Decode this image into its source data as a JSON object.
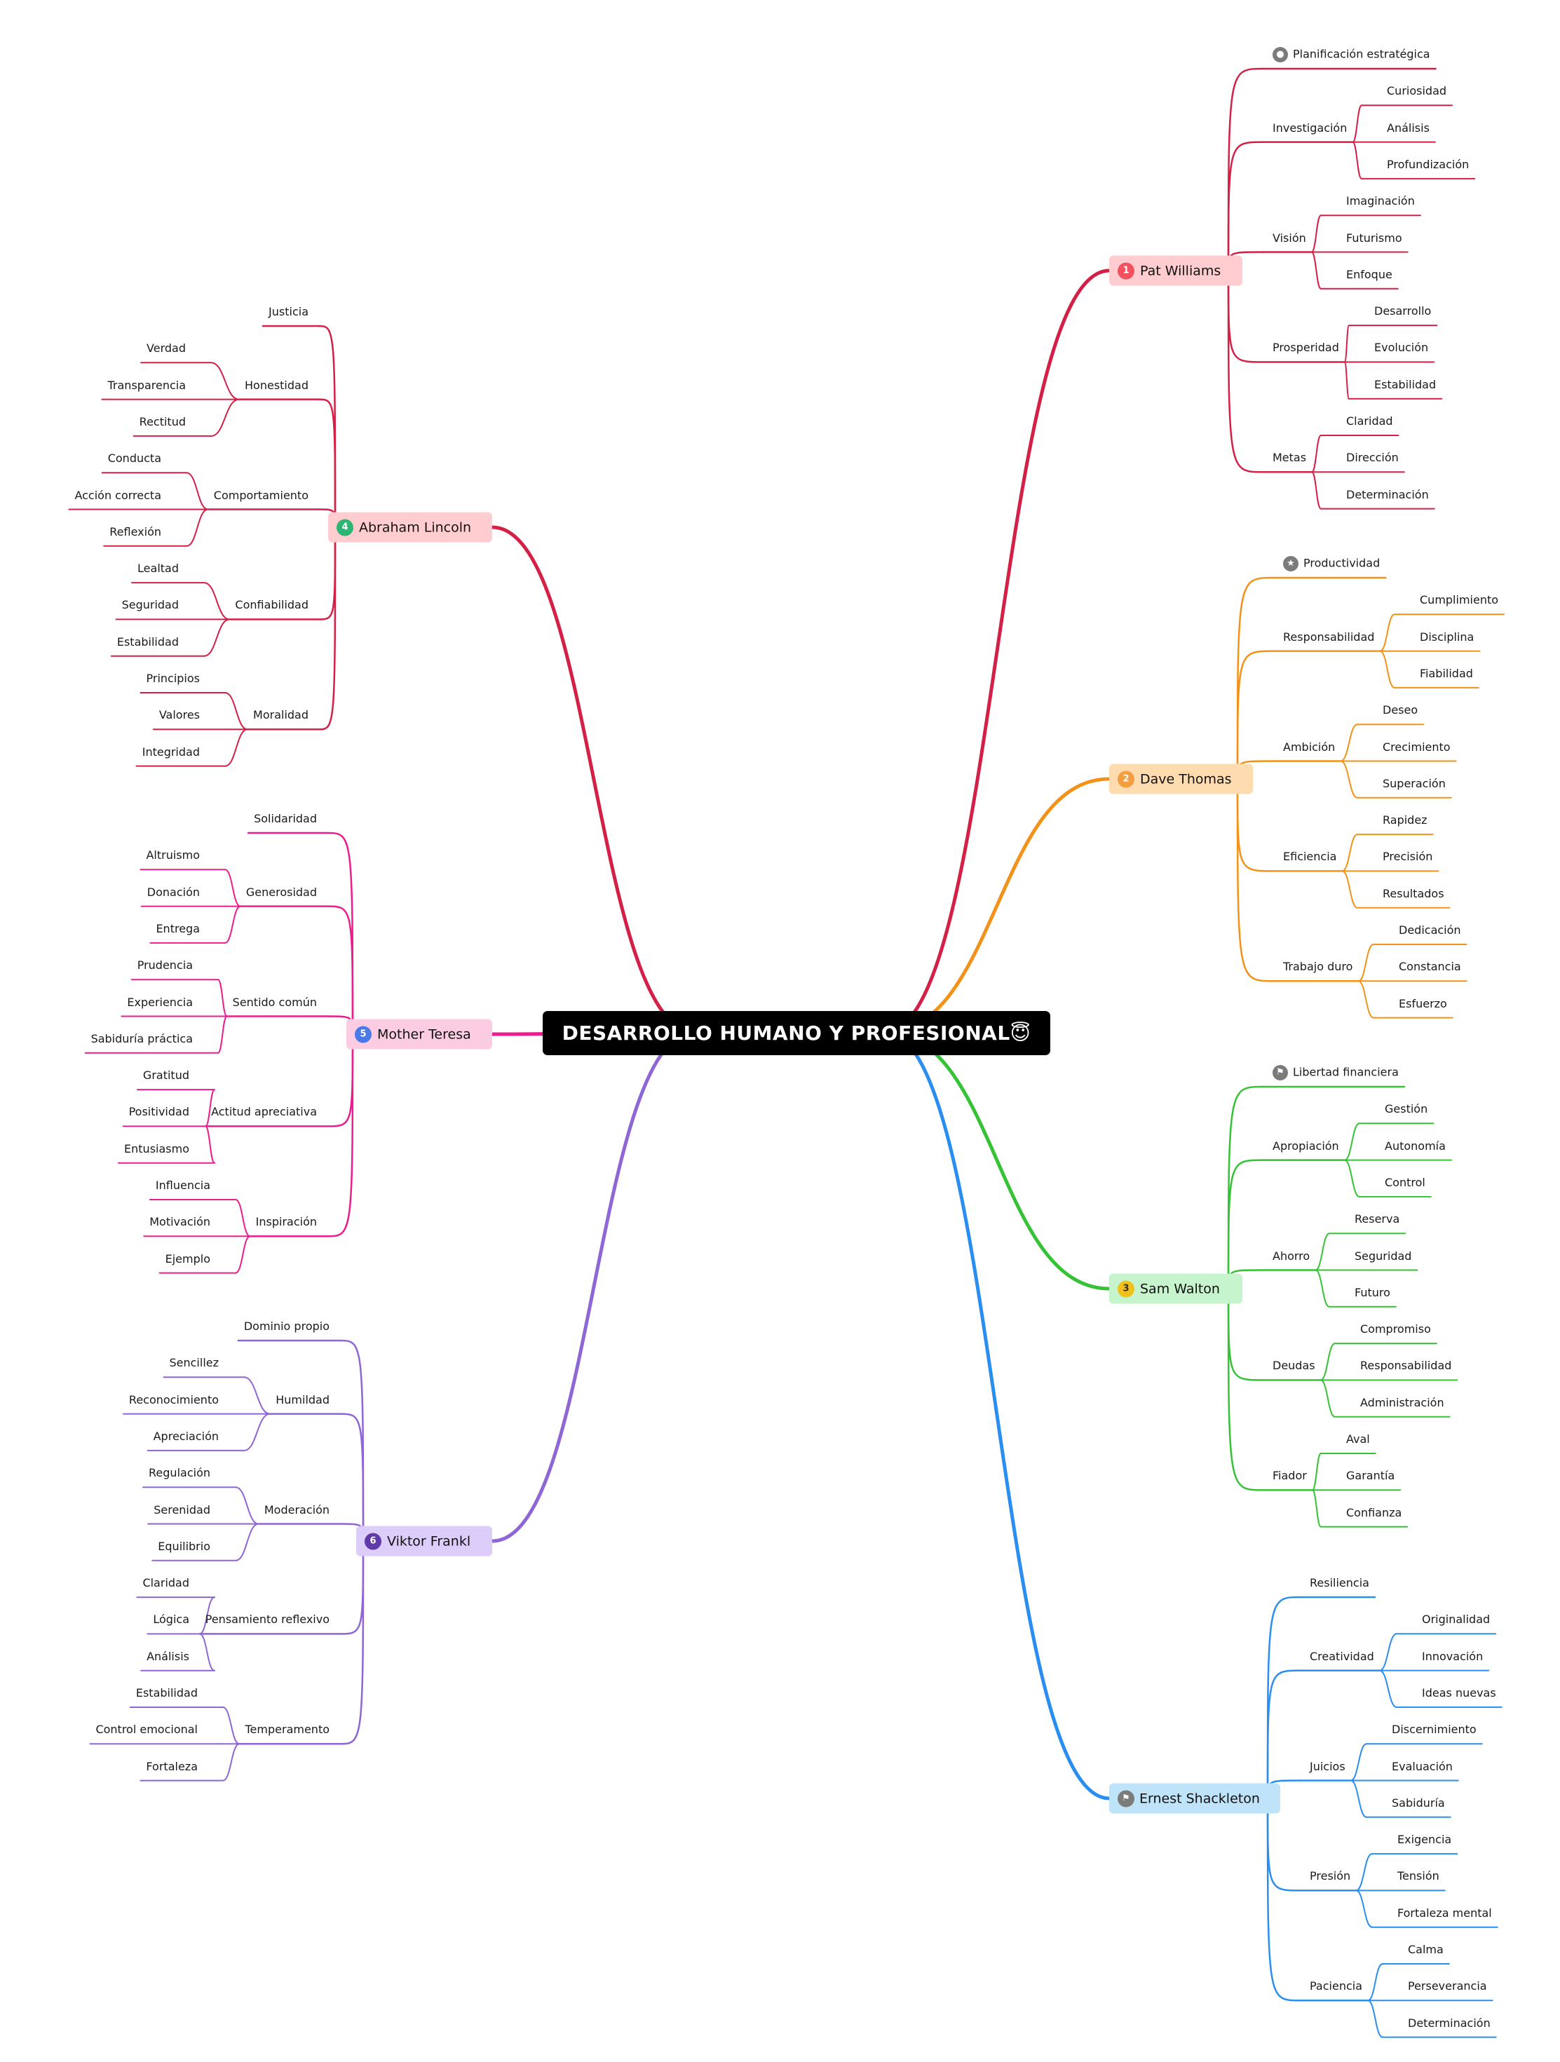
{
  "title": "DESARROLLO HUMANO Y PROFESIONAL",
  "title_emoji": "😇",
  "branches": [
    {
      "name": "Pat Williams",
      "badge": "1",
      "side": "right",
      "color": "#d42047",
      "fill": "#ffcdd0",
      "badge_color": "#f2525f",
      "subtopics": [
        {
          "label": "Planificación estratégica",
          "icon": "person-icon",
          "children": []
        },
        {
          "label": "Investigación",
          "children": [
            "Curiosidad",
            "Análisis",
            "Profundización"
          ]
        },
        {
          "label": "Visión",
          "children": [
            "Imaginación",
            "Futurismo",
            "Enfoque"
          ]
        },
        {
          "label": "Prosperidad",
          "children": [
            "Desarrollo",
            "Evolución",
            "Estabilidad"
          ]
        },
        {
          "label": "Metas",
          "children": [
            "Claridad",
            "Dirección",
            "Determinación"
          ]
        }
      ]
    },
    {
      "name": "Dave Thomas",
      "badge": "2",
      "side": "right",
      "color": "#f39218",
      "fill": "#ffdcb0",
      "badge_color": "#f59e40",
      "subtopics": [
        {
          "label": "Productividad",
          "icon": "star-icon",
          "children": []
        },
        {
          "label": "Responsabilidad",
          "children": [
            "Cumplimiento",
            "Disciplina",
            "Fiabilidad"
          ]
        },
        {
          "label": "Ambición",
          "children": [
            "Deseo",
            "Crecimiento",
            "Superación"
          ]
        },
        {
          "label": "Eficiencia",
          "children": [
            "Rapidez",
            "Precisión",
            "Resultados"
          ]
        },
        {
          "label": "Trabajo duro",
          "children": [
            "Dedicación",
            "Constancia",
            "Esfuerzo"
          ]
        }
      ]
    },
    {
      "name": "Sam Walton",
      "badge": "3",
      "side": "right",
      "color": "#35c235",
      "fill": "#c6f4cc",
      "badge_color": "#f1c21d",
      "subtopics": [
        {
          "label": "Libertad financiera",
          "icon": "flag-icon",
          "children": []
        },
        {
          "label": "Apropiación",
          "children": [
            "Gestión",
            "Autonomía",
            "Control"
          ]
        },
        {
          "label": "Ahorro",
          "children": [
            "Reserva",
            "Seguridad",
            "Futuro"
          ]
        },
        {
          "label": "Deudas",
          "children": [
            "Compromiso",
            "Responsabilidad",
            "Administración"
          ]
        },
        {
          "label": "Fiador",
          "children": [
            "Aval",
            "Garantía",
            "Confianza"
          ]
        }
      ]
    },
    {
      "name": "Ernest Shackleton",
      "badge": "",
      "side": "right",
      "color": "#2a8ef0",
      "fill": "#bfe3f8",
      "badge_color": "#7b7b7b",
      "topic_icon": "flag-icon",
      "subtopics": [
        {
          "label": "Resiliencia",
          "children": []
        },
        {
          "label": "Creatividad",
          "children": [
            "Originalidad",
            "Innovación",
            "Ideas nuevas"
          ]
        },
        {
          "label": "Juicios",
          "children": [
            "Discernimiento",
            "Evaluación",
            "Sabiduría"
          ]
        },
        {
          "label": "Presión",
          "children": [
            "Exigencia",
            "Tensión",
            "Fortaleza mental"
          ]
        },
        {
          "label": "Paciencia",
          "children": [
            "Calma",
            "Perseverancia",
            "Determinación"
          ]
        }
      ]
    },
    {
      "name": "Abraham Lincoln",
      "badge": "4",
      "side": "left",
      "color": "#d42047",
      "fill": "#ffcdd0",
      "badge_color": "#2bb673",
      "subtopics": [
        {
          "label": "Justicia",
          "children": []
        },
        {
          "label": "Honestidad",
          "children": [
            "Verdad",
            "Transparencia",
            "Rectitud"
          ]
        },
        {
          "label": "Comportamiento",
          "children": [
            "Conducta",
            "Acción correcta",
            "Reflexión"
          ]
        },
        {
          "label": "Confiabilidad",
          "children": [
            "Lealtad",
            "Seguridad",
            "Estabilidad"
          ]
        },
        {
          "label": "Moralidad",
          "children": [
            "Principios",
            "Valores",
            "Integridad"
          ]
        }
      ]
    },
    {
      "name": "Mother Teresa",
      "badge": "5",
      "side": "left",
      "color": "#ec1d8c",
      "fill": "#fccde2",
      "badge_color": "#4b79e8",
      "subtopics": [
        {
          "label": "Solidaridad",
          "children": []
        },
        {
          "label": "Generosidad",
          "children": [
            "Altruismo",
            "Donación",
            "Entrega"
          ]
        },
        {
          "label": "Sentido común",
          "children": [
            "Prudencia",
            "Experiencia",
            "Sabiduría práctica"
          ]
        },
        {
          "label": "Actitud apreciativa",
          "children": [
            "Gratitud",
            "Positividad",
            "Entusiasmo"
          ]
        },
        {
          "label": "Inspiración",
          "children": [
            "Influencia",
            "Motivación",
            "Ejemplo"
          ]
        }
      ]
    },
    {
      "name": "Viktor Frankl",
      "badge": "6",
      "side": "left",
      "color": "#8e66d6",
      "fill": "#dccdfa",
      "badge_color": "#5f3aa8",
      "subtopics": [
        {
          "label": "Dominio propio",
          "children": []
        },
        {
          "label": "Humildad",
          "children": [
            "Sencillez",
            "Reconocimiento",
            "Apreciación"
          ]
        },
        {
          "label": "Moderación",
          "children": [
            "Regulación",
            "Serenidad",
            "Equilibrio"
          ]
        },
        {
          "label": "Pensamiento reflexivo",
          "children": [
            "Claridad",
            "Lógica",
            "Análisis"
          ]
        },
        {
          "label": "Temperamento",
          "children": [
            "Estabilidad",
            "Control emocional",
            "Fortaleza"
          ]
        }
      ]
    }
  ]
}
